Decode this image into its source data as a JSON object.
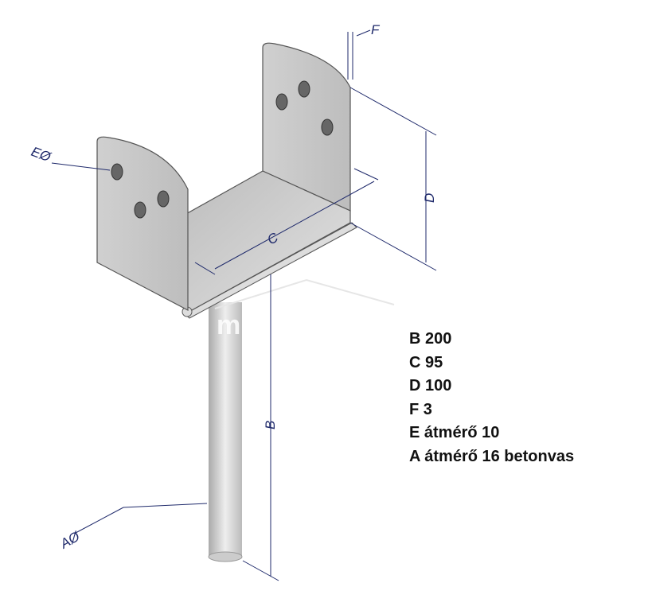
{
  "drawing": {
    "labels": {
      "B": "B",
      "C": "C",
      "D": "D",
      "F": "F",
      "E": "EØ",
      "A": "AØ"
    },
    "watermark": "mi",
    "colors": {
      "dimension": "#1f2a6b",
      "plate": "#c9c9c9",
      "outline": "#444444"
    }
  },
  "specs": [
    "B 200",
    "C 95",
    "D 100",
    "F 3",
    "E átmérő 10",
    "A átmérő 16 betonvas"
  ]
}
